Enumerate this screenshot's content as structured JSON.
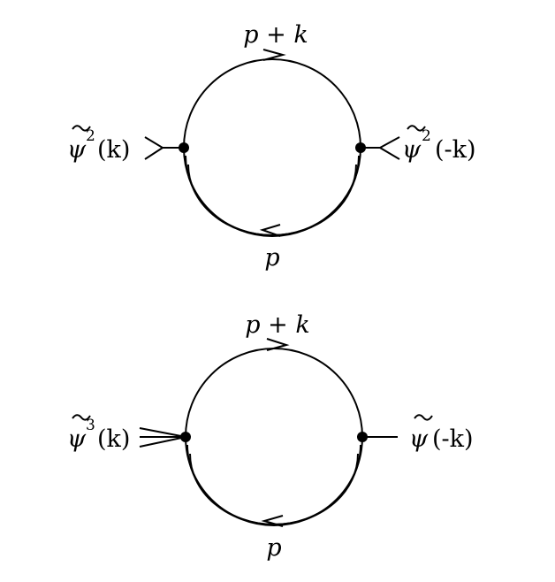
{
  "diagrams": [
    {
      "top_momentum": "p + k",
      "bottom_momentum": "p",
      "left_field": {
        "symbol": "ψ",
        "power": "2",
        "arg": "(k)"
      },
      "right_field": {
        "symbol": "ψ",
        "power": "2",
        "arg": "(-k)"
      }
    },
    {
      "top_momentum": "p + k",
      "bottom_momentum": "p",
      "left_field": {
        "symbol": "ψ",
        "power": "3",
        "arg": "(k)"
      },
      "right_field": {
        "symbol": "ψ",
        "power": "",
        "arg": "(-k)"
      }
    }
  ]
}
